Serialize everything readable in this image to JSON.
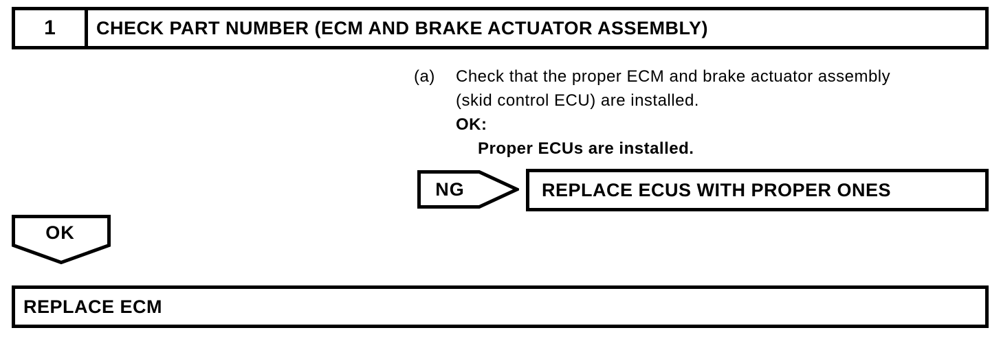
{
  "colors": {
    "ink": "#000000",
    "background": "#ffffff"
  },
  "step_header": {
    "number": "1",
    "title": "CHECK PART NUMBER (ECM AND BRAKE ACTUATOR ASSEMBLY)"
  },
  "instruction": {
    "marker": "(a)",
    "line1": "Check that the proper ECM and brake actuator assembly",
    "line2": "(skid control ECU) are installed.",
    "ok_label": "OK:",
    "ok_condition": "Proper ECUs are installed."
  },
  "ng_branch": {
    "connector_label": "NG",
    "action": "REPLACE ECUS WITH PROPER ONES"
  },
  "ok_branch": {
    "connector_label": "OK"
  },
  "final_action": {
    "label": "REPLACE ECM"
  }
}
